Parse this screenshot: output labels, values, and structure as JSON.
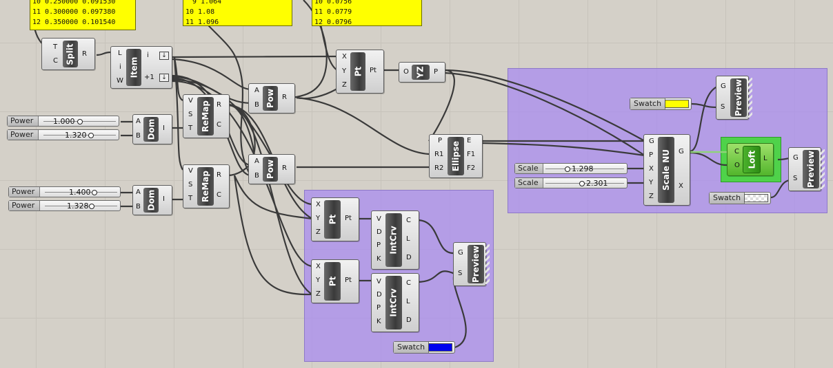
{
  "panels": {
    "p1": [
      "10 0.250000 0.091530",
      "11 0.300000 0.097380",
      "12 0.350000 0.101540"
    ],
    "p2": [
      "9 1.064",
      "10 1.08",
      "11 1.096"
    ],
    "p3": [
      "10 0.0756",
      "11 0.0779",
      "12 0.0796"
    ]
  },
  "components": {
    "split": {
      "name": "Split",
      "in": [
        "T",
        "C"
      ],
      "out": [
        "R"
      ]
    },
    "item": {
      "name": "Item",
      "in": [
        "L",
        "i",
        "W"
      ],
      "out": [
        "i",
        "+1"
      ]
    },
    "pt_top": {
      "name": "Pt",
      "in": [
        "X",
        "Y",
        "Z"
      ],
      "out": [
        "Pt"
      ]
    },
    "yz": {
      "name": "YZ",
      "in": [
        "O"
      ],
      "out": [
        "P"
      ]
    },
    "pow1": {
      "name": "Pow",
      "in": [
        "A",
        "B"
      ],
      "out": [
        "R"
      ]
    },
    "pow2": {
      "name": "Pow",
      "in": [
        "A",
        "B"
      ],
      "out": [
        "R"
      ]
    },
    "remap1": {
      "name": "ReMap",
      "in": [
        "V",
        "S",
        "T"
      ],
      "out": [
        "R",
        "C"
      ]
    },
    "remap2": {
      "name": "ReMap",
      "in": [
        "V",
        "S",
        "T"
      ],
      "out": [
        "R",
        "C"
      ]
    },
    "dom1": {
      "name": "Dom",
      "in": [
        "A",
        "B"
      ],
      "out": [
        "I"
      ]
    },
    "dom2": {
      "name": "Dom",
      "in": [
        "A",
        "B"
      ],
      "out": [
        "I"
      ]
    },
    "ellipse": {
      "name": "Ellipse",
      "in": [
        "P",
        "R1",
        "R2"
      ],
      "out": [
        "E",
        "F1",
        "F2"
      ]
    },
    "scalenu": {
      "name": "Scale NU",
      "in": [
        "G",
        "P",
        "X",
        "Y",
        "Z"
      ],
      "out": [
        "G",
        "X"
      ]
    },
    "loft": {
      "name": "Loft",
      "in": [
        "C",
        "O"
      ],
      "out": [
        "L"
      ]
    },
    "preview1": {
      "name": "Preview",
      "in": [
        "G",
        "S"
      ]
    },
    "preview2": {
      "name": "Preview",
      "in": [
        "G",
        "S"
      ]
    },
    "preview3": {
      "name": "Preview",
      "in": [
        "G",
        "S"
      ]
    },
    "pt_a": {
      "name": "Pt",
      "in": [
        "X",
        "Y",
        "Z"
      ],
      "out": [
        "Pt"
      ]
    },
    "pt_b": {
      "name": "Pt",
      "in": [
        "X",
        "Y",
        "Z"
      ],
      "out": [
        "Pt"
      ]
    },
    "intcrv_a": {
      "name": "IntCrv",
      "in": [
        "V",
        "D",
        "P",
        "K"
      ],
      "out": [
        "C",
        "L",
        "D"
      ]
    },
    "intcrv_b": {
      "name": "IntCrv",
      "in": [
        "V",
        "D",
        "P",
        "K"
      ],
      "out": [
        "C",
        "L",
        "D"
      ]
    }
  },
  "sliders": {
    "s1": {
      "label": "Power",
      "value": "1.000"
    },
    "s2": {
      "label": "Power",
      "value": "1.320"
    },
    "s3": {
      "label": "Power",
      "value": "1.400"
    },
    "s4": {
      "label": "Power",
      "value": "1.328"
    },
    "s5": {
      "label": "Scale",
      "value": "1.298"
    },
    "s6": {
      "label": "Scale",
      "value": "2.301"
    }
  },
  "swatches": {
    "w1": {
      "label": "Swatch",
      "color": "#ffff00"
    },
    "w2": {
      "label": "Swatch",
      "color": "#ffffff"
    },
    "w3": {
      "label": "Swatch",
      "color": "#0000ff"
    }
  },
  "colors": {
    "canvas": "#d4d0c8",
    "group": "#aa8cf0",
    "panel": "#ffff00",
    "loft": "#52b52c"
  }
}
